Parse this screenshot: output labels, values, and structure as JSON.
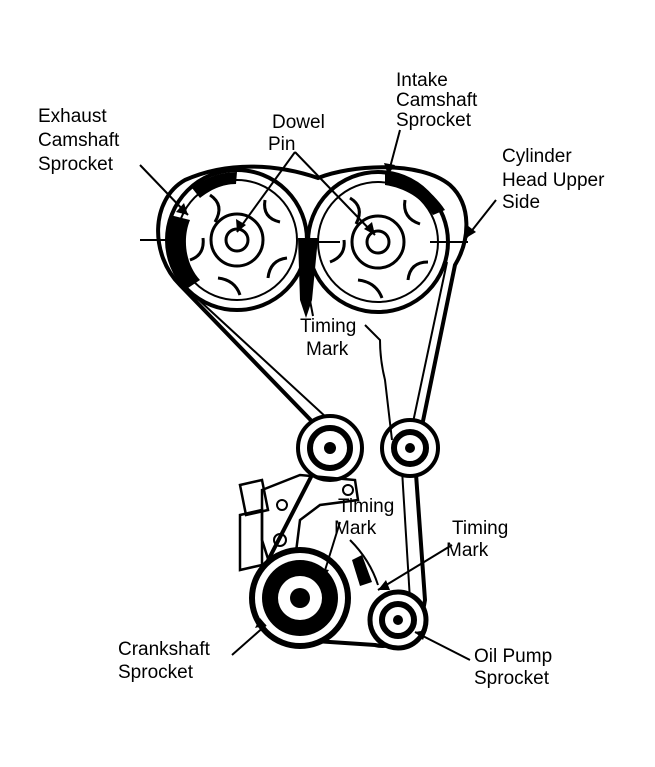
{
  "labels": {
    "exhaust_sprocket": [
      "Exhaust",
      "Camshaft",
      "Sprocket"
    ],
    "dowel_pin": [
      "Dowel",
      "Pin"
    ],
    "intake_sprocket": [
      "Intake",
      "Camshaft",
      "Sprocket"
    ],
    "cylinder_head": [
      "Cylinder",
      "Head Upper",
      "Side"
    ],
    "timing_mark_cam": [
      "Timing",
      "Mark"
    ],
    "timing_mark_crank": [
      "Timing",
      "Mark"
    ],
    "timing_mark_oil": [
      "Timing",
      "Mark"
    ],
    "crankshaft_sprocket": [
      "Crankshaft",
      "Sprocket"
    ],
    "oil_pump_sprocket": [
      "Oil Pump",
      "Sprocket"
    ]
  },
  "colors": {
    "ink": "#000000",
    "paper": "#ffffff"
  }
}
